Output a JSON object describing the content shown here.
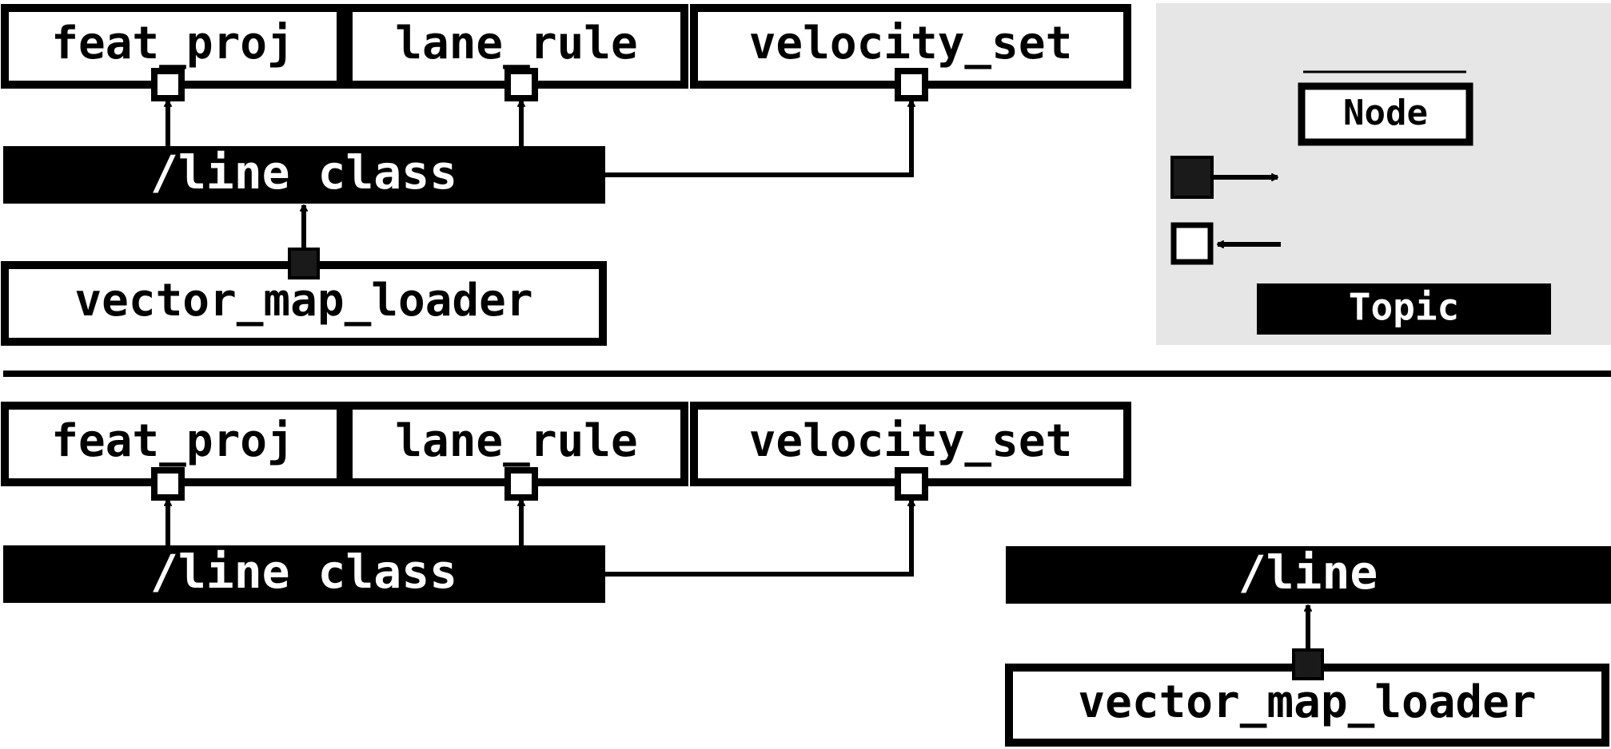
{
  "colors": {
    "background": "#ffffff",
    "ink": "#000000",
    "legend_bg": "#e6e6e6",
    "publisher_fill": "#1a1a1a",
    "subscriber_fill": "#ffffff"
  },
  "top": {
    "nodes": {
      "feat_proj": "feat_proj",
      "lane_rule": "lane_rule",
      "velocity_set": "velocity_set",
      "vector_map_loader": "vector_map_loader"
    },
    "topics": {
      "line_class": "/line class"
    }
  },
  "bottom": {
    "nodes": {
      "feat_proj": "feat_proj",
      "lane_rule": "lane_rule",
      "velocity_set": "velocity_set",
      "vector_map_loader": "vector_map_loader"
    },
    "topics": {
      "line_class": "/line class",
      "line": "/line"
    }
  },
  "legend": {
    "node": "Node",
    "topic": "Topic",
    "publisher_icon": "filled-square-arrow-out-icon",
    "subscriber_icon": "hollow-square-arrow-in-icon"
  }
}
